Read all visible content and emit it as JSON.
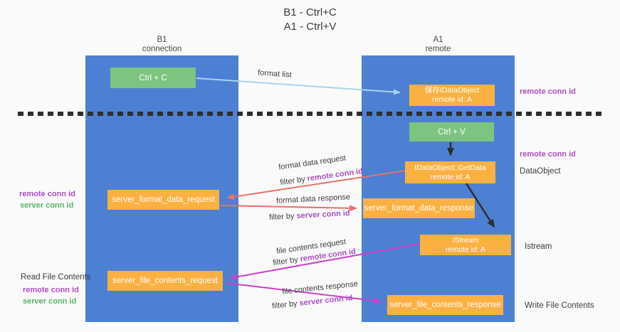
{
  "title": {
    "line1": "B1 - Ctrl+C",
    "line2": "A1 - Ctrl+V"
  },
  "lanes": {
    "left": {
      "name": "B1",
      "subtitle": "connection"
    },
    "right": {
      "name": "A1",
      "subtitle": "remote"
    }
  },
  "boxes": {
    "ctrl_c": {
      "label": "Ctrl + C"
    },
    "save_idataobject": {
      "line1": "保存IDataObject",
      "line2": "remote id: A"
    },
    "ctrl_v": {
      "label": "Ctrl + V"
    },
    "getdata": {
      "line1": "IDataObject::GetData",
      "line2": "remote id: A"
    },
    "format_request": {
      "label": "server_format_data_request"
    },
    "format_response": {
      "label": "server_format_data_response"
    },
    "istream": {
      "line1": "IStream",
      "line2": "remote id: A"
    },
    "file_request": {
      "label": "server_file_contents_request"
    },
    "file_response": {
      "label": "server_file_contents_response"
    }
  },
  "arrow_labels": {
    "format_list": "format list",
    "format_data_request": "format data request",
    "format_data_response": "format data response",
    "file_contents_request": "file contents request",
    "file_contents_response": "file contents response",
    "filter_by": "filter by "
  },
  "conn_ids": {
    "remote": "remote conn id",
    "server": "server conn id"
  },
  "side_labels": {
    "dataobject": "DataObject",
    "istream": "Istream",
    "write_file_contents": "Write File Contents",
    "read_file_contents": "Read File Contents"
  },
  "colors": {
    "lane_blue": "#4d80d2",
    "box_green": "#7cc47f",
    "box_orange": "#fbb042",
    "arrow_lightblue": "#a9d3ee",
    "arrow_red": "#e8716b",
    "arrow_magenta": "#cb3fcb",
    "arrow_black": "#2d2d2d",
    "text_purple": "#a94fc0",
    "text_green": "#58b368"
  }
}
